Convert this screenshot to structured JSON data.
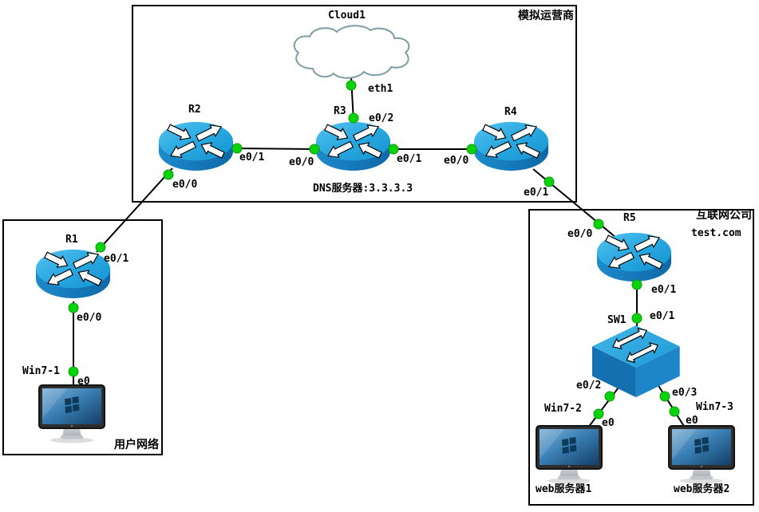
{
  "regions": {
    "isp": {
      "label": "模拟运营商"
    },
    "user": {
      "label": "用户网络"
    },
    "company": {
      "label": "互联网公司",
      "domain": "test.com"
    }
  },
  "labels": {
    "cloud1": "Cloud1",
    "eth1": "eth1",
    "r1": "R1",
    "r2": "R2",
    "r3": "R3",
    "r4": "R4",
    "r5": "R5",
    "sw1": "SW1",
    "dns_note": "DNS服务器:3.3.3.3",
    "r2_e0_1": "e0/1",
    "r2_e0_0": "e0/0",
    "r3_e0_0": "e0/0",
    "r3_e0_1": "e0/1",
    "r3_e0_2": "e0/2",
    "r4_e0_0": "e0/0",
    "r4_e0_1": "e0/1",
    "r1_e0_1": "e0/1",
    "r1_e0_0": "e0/0",
    "r5_e0_0": "e0/0",
    "r5_e0_1": "e0/1",
    "sw1_e0_1": "e0/1",
    "sw1_e0_2": "e0/2",
    "sw1_e0_3": "e0/3",
    "win7_1": "Win7-1",
    "win7_2": "Win7-2",
    "win7_3": "Win7-3",
    "pc1_e0": "e0",
    "pc2_e0": "e0",
    "pc3_e0": "e0",
    "web1_note": "web服务器1",
    "web2_note": "web服务器2"
  },
  "topology": {
    "nodes": [
      {
        "name": "Cloud1",
        "type": "cloud",
        "region": "模拟运营商"
      },
      {
        "name": "R2",
        "type": "router",
        "region": "模拟运营商"
      },
      {
        "name": "R3",
        "type": "router",
        "region": "模拟运营商",
        "note": "DNS服务器:3.3.3.3"
      },
      {
        "name": "R4",
        "type": "router",
        "region": "模拟运营商"
      },
      {
        "name": "R1",
        "type": "router",
        "region": "用户网络"
      },
      {
        "name": "Win7-1",
        "type": "pc",
        "region": "用户网络"
      },
      {
        "name": "R5",
        "type": "router",
        "region": "互联网公司 test.com"
      },
      {
        "name": "SW1",
        "type": "switch",
        "region": "互联网公司 test.com"
      },
      {
        "name": "Win7-2",
        "type": "pc",
        "region": "互联网公司 test.com",
        "note": "web服务器1"
      },
      {
        "name": "Win7-3",
        "type": "pc",
        "region": "互联网公司 test.com",
        "note": "web服务器2"
      }
    ],
    "links": [
      {
        "from": "Cloud1",
        "from_if": "eth1",
        "to": "R3",
        "to_if": "e0/2"
      },
      {
        "from": "R2",
        "from_if": "e0/1",
        "to": "R3",
        "to_if": "e0/0"
      },
      {
        "from": "R3",
        "from_if": "e0/1",
        "to": "R4",
        "to_if": "e0/0"
      },
      {
        "from": "R2",
        "from_if": "e0/0",
        "to": "R1",
        "to_if": "e0/1"
      },
      {
        "from": "R1",
        "from_if": "e0/0",
        "to": "Win7-1",
        "to_if": "e0"
      },
      {
        "from": "R4",
        "from_if": "e0/1",
        "to": "R5",
        "to_if": "e0/0"
      },
      {
        "from": "R5",
        "from_if": "e0/1",
        "to": "SW1",
        "to_if": "e0/1"
      },
      {
        "from": "SW1",
        "from_if": "e0/2",
        "to": "Win7-2",
        "to_if": "e0"
      },
      {
        "from": "SW1",
        "from_if": "e0/3",
        "to": "Win7-3",
        "to_if": "e0"
      }
    ]
  },
  "colors": {
    "device_blue_top": "#29A8E0",
    "device_blue_side": "#1577B8",
    "link_line": "#000000",
    "endpoint_dot": "#0BD30B",
    "cloud_outline": "#7E9BA6",
    "region_border": "#000000",
    "text": "#000000"
  }
}
